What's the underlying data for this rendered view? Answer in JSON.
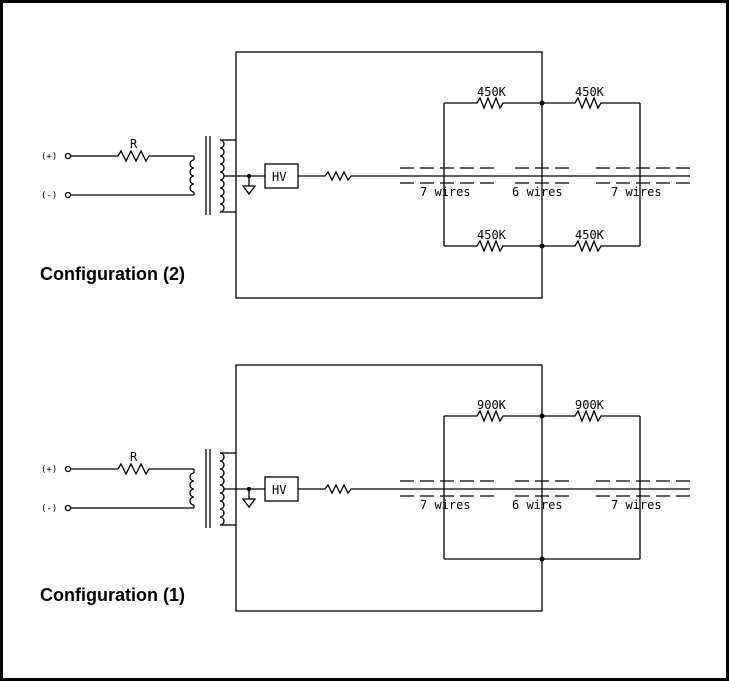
{
  "configurations": [
    {
      "title": "Configuration (2)",
      "input_resistor_label": "R",
      "terminal_plus_label": "(+)",
      "terminal_minus_label": "(-)",
      "hv_label": "HV",
      "top_resistor_left_label": "450K",
      "top_resistor_right_label": "450K",
      "bottom_resistor_left_label": "450K",
      "bottom_resistor_right_label": "450K",
      "wires_left_label": "7 wires",
      "wires_middle_label": "6 wires",
      "wires_right_label": "7 wires"
    },
    {
      "title": "Configuration (1)",
      "input_resistor_label": "R",
      "terminal_plus_label": "(+)",
      "terminal_minus_label": "(-)",
      "hv_label": "HV",
      "top_resistor_left_label": "900K",
      "top_resistor_right_label": "900K",
      "wires_left_label": "7 wires",
      "wires_middle_label": "6 wires",
      "wires_right_label": "7 wires"
    }
  ]
}
